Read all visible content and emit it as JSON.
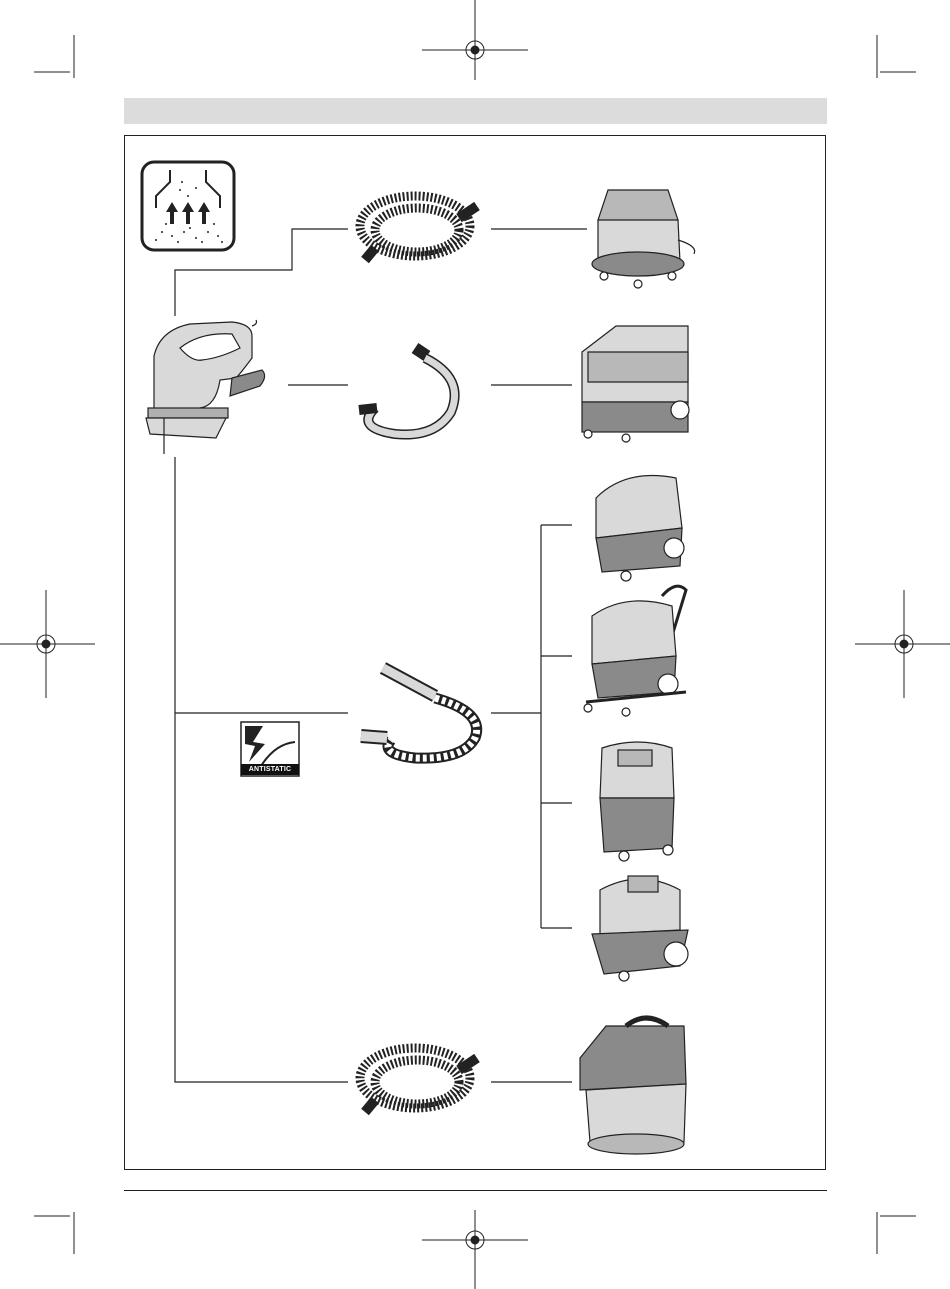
{
  "antistatic": {
    "label": "ANTISTATIC"
  },
  "icons": {
    "dust_extraction": "dust-extraction-symbol",
    "antistatic": "antistatic-symbol",
    "jigsaw": "jigsaw-tool",
    "hose": "hose-accessory",
    "vacuum": "dust-extractor"
  },
  "colors": {
    "line": "#222222",
    "header_bar": "#dcdcdc",
    "device_fill": "#d9d9d9",
    "device_dark": "#8a8a8a"
  }
}
